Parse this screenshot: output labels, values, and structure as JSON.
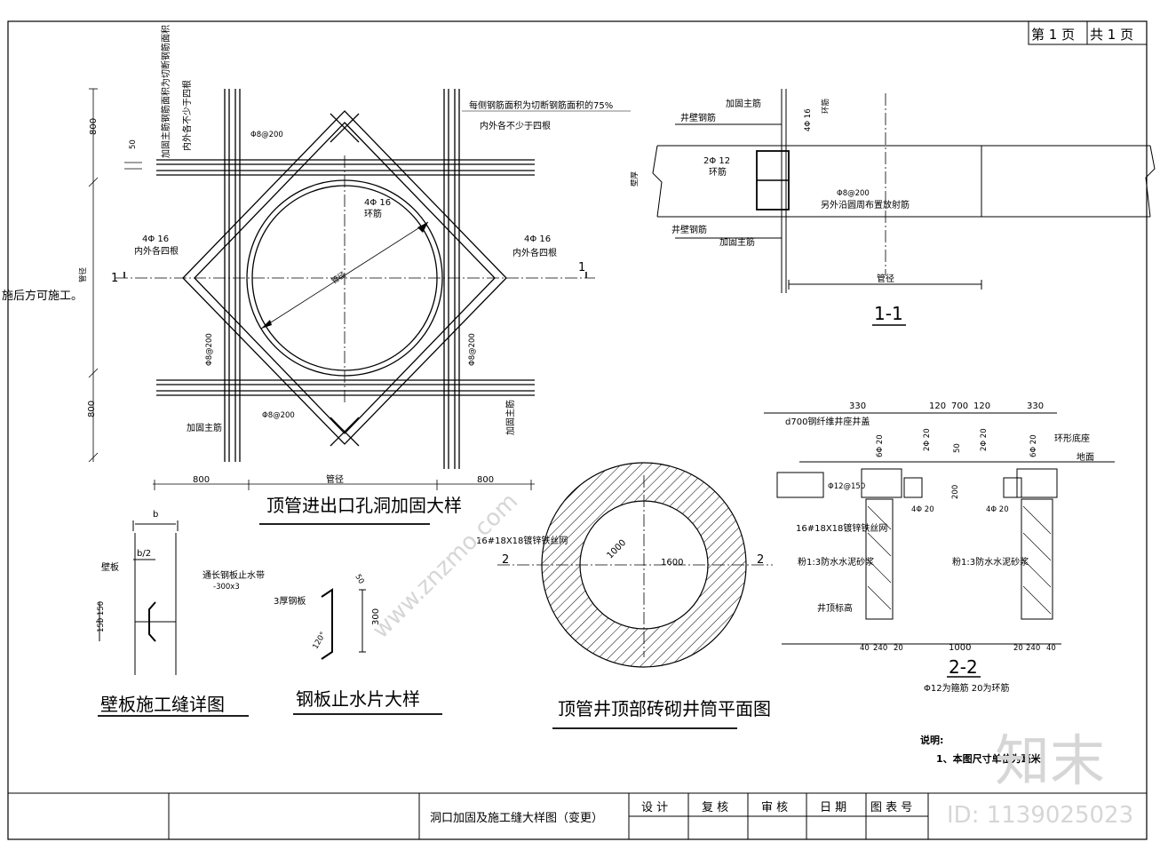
{
  "page_info": {
    "page": "第 1 页",
    "total": "共 1 页"
  },
  "side_note_left": "施后方可施工。",
  "main_detail": {
    "title": "顶管进出口孔洞加固大样",
    "vertical_note_1": "加固主筋钢筋面积为切断钢筋面积",
    "vertical_note_2": "内外各不少于四根",
    "top_note_1": "每侧钢筋面积为切断钢筋面积的75%",
    "top_note_2": "内外各不少于四根",
    "phi_spacing": "Φ8@200",
    "ring_label": "4Φ 16",
    "ring_sub": "环筋",
    "side_label": "4Φ 16",
    "side_sub": "内外各四根",
    "pipe_dia": "管径",
    "dim_800": "800",
    "dim_50": "50",
    "reinforce": "加固主筋",
    "section_mark": "1"
  },
  "section_1_1": {
    "title": "1-1",
    "wall_rebar_top": "井壁钢筋",
    "wall_rebar_bottom": "井壁钢筋",
    "reinforce_top": "加固主筋",
    "reinforce_bottom": "加固主筋",
    "bars": "2Φ 12",
    "ring": "环筋",
    "top_bar": "4Φ 16",
    "top_ring": "环筋",
    "phi": "Φ8@200",
    "radial": "另外沿圆周布置放射筋",
    "wall_thickness": "壁厚",
    "pipe_dia": "管径"
  },
  "section_2_2": {
    "title": "2-2",
    "dims_top": [
      "330",
      "120",
      "700",
      "120",
      "330"
    ],
    "cover": "d700钢纤维井座井盖",
    "ring_base": "环形底座",
    "ground": "地面",
    "bar_6": "6Φ 20",
    "bar_2": "2Φ 20",
    "dim_50": "50",
    "dim_200": "200",
    "phi12": "Φ12@150",
    "bar_4": "4Φ 20",
    "mesh": "16#18X18镀锌铁丝网",
    "plaster": "粉1:3防水水泥砂浆",
    "top_level": "井顶标高",
    "dims_bottom": [
      "40",
      "240",
      "20",
      "1000",
      "20",
      "240",
      "40"
    ],
    "note": "Φ12为箍筋  20为环筋"
  },
  "shaft_plan": {
    "title": "顶管井顶部砖砌井筒平面图",
    "mesh": "16#18X18镀锌铁丝网",
    "r_inner": "1000",
    "r_outer": "1600",
    "section_mark": "2"
  },
  "wall_joint": {
    "title": "壁板施工缝详图",
    "b": "b",
    "b_half": "b/2",
    "wall": "壁板",
    "waterstop": "通长钢板止水带",
    "waterstop_size": "-300x3",
    "dims": "150 150"
  },
  "steel_plate": {
    "title": "钢板止水片大样",
    "plate": "3厚钢板",
    "dim_50": "50",
    "dim_300": "300",
    "angle": "120°"
  },
  "notes": {
    "heading": "说明:",
    "item1": "1、本图尺寸单位为毫米。"
  },
  "title_block": {
    "drawing_name": "洞口加固及施工缝大样图（变更）",
    "design": "设 计",
    "check": "复 核",
    "review": "审 核",
    "date": "日 期",
    "sheet_no": "图 表 号"
  },
  "watermark": {
    "brand": "知末",
    "id": "ID: 1139025023",
    "site": "www.znzmo.com"
  }
}
